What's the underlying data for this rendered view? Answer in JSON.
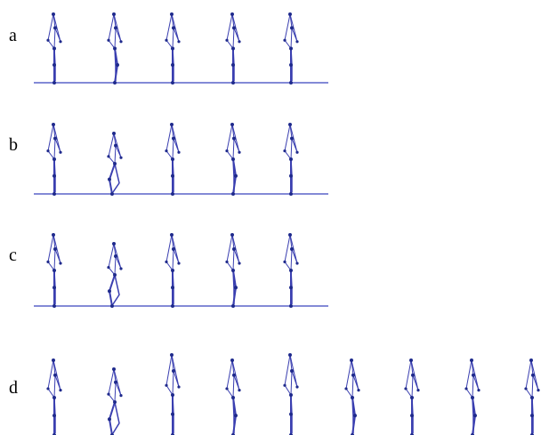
{
  "rows": [
    {
      "label": "a",
      "figure_count": 5,
      "has_ground_line": true,
      "poses": [
        "stand",
        "step",
        "stand",
        "stand",
        "stand"
      ]
    },
    {
      "label": "b",
      "figure_count": 5,
      "has_ground_line": true,
      "poses": [
        "stand",
        "knee",
        "stand",
        "step",
        "stand"
      ]
    },
    {
      "label": "c",
      "figure_count": 5,
      "has_ground_line": true,
      "poses": [
        "stand",
        "knee",
        "stand",
        "step",
        "stand"
      ]
    },
    {
      "label": "d",
      "figure_count": 9,
      "has_ground_line": false,
      "poses": [
        "stand",
        "knee",
        "stand",
        "step",
        "stand",
        "step",
        "stand",
        "step",
        "stand"
      ]
    }
  ],
  "colors": {
    "skeleton": "#3a3fb0",
    "joint": "#1f2a8c",
    "ground": "#5a63c8",
    "label": "#000000"
  }
}
